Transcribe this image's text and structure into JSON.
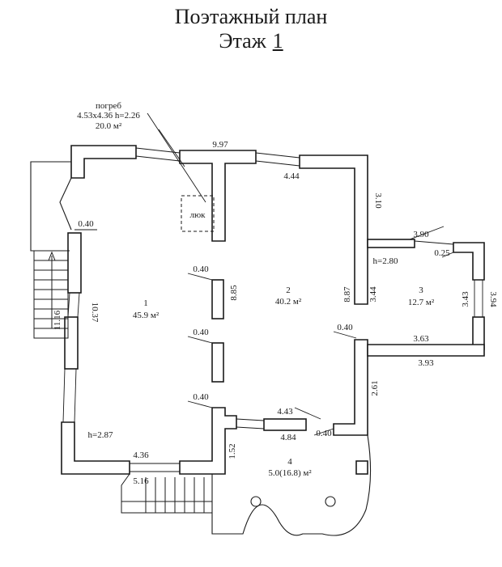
{
  "title": "Поэтажный план",
  "floor": {
    "label": "Этаж",
    "number": "1"
  },
  "cellar": {
    "name": "погреб",
    "dims": "4.53x4.36 h=2.26",
    "area": "20.0 м²"
  },
  "hatch": "люк",
  "rooms": [
    {
      "num": "1",
      "area": "45.9 м²"
    },
    {
      "num": "2",
      "area": "40.2 м²"
    },
    {
      "num": "3",
      "area": "12.7 м²"
    },
    {
      "num": "4",
      "area": "5.0(16.8) м²"
    }
  ],
  "dimensions": {
    "top_outer": "9.97",
    "top_inner": "4.44",
    "right_upper": "3.10",
    "annex_top": "3.90",
    "annex_small": "0.25",
    "annex_height": "h=2.80",
    "room3_left": "3.44",
    "annex_right_inner": "3.43",
    "annex_right_outer": "3.94",
    "room2_right": "8.87",
    "pillar_upper_len": "8.85",
    "left_inner": "10.37",
    "left_outer": "11.16",
    "wall_left": "0.40",
    "pillar_upper": "0.40",
    "pillar_lower": "0.40",
    "room2_corner": "0.40",
    "annex_bottom_inner": "3.63",
    "annex_bottom_outer": "3.93",
    "right_lower": "2.61",
    "porch_corner": "0.40",
    "porch_inner": "4.43",
    "porch_outer": "4.84",
    "porch_wall": "0.40",
    "porch_left": "1.52",
    "room1_height": "h=2.87",
    "bottom_left": "4.36",
    "stairs_width": "5.16"
  }
}
